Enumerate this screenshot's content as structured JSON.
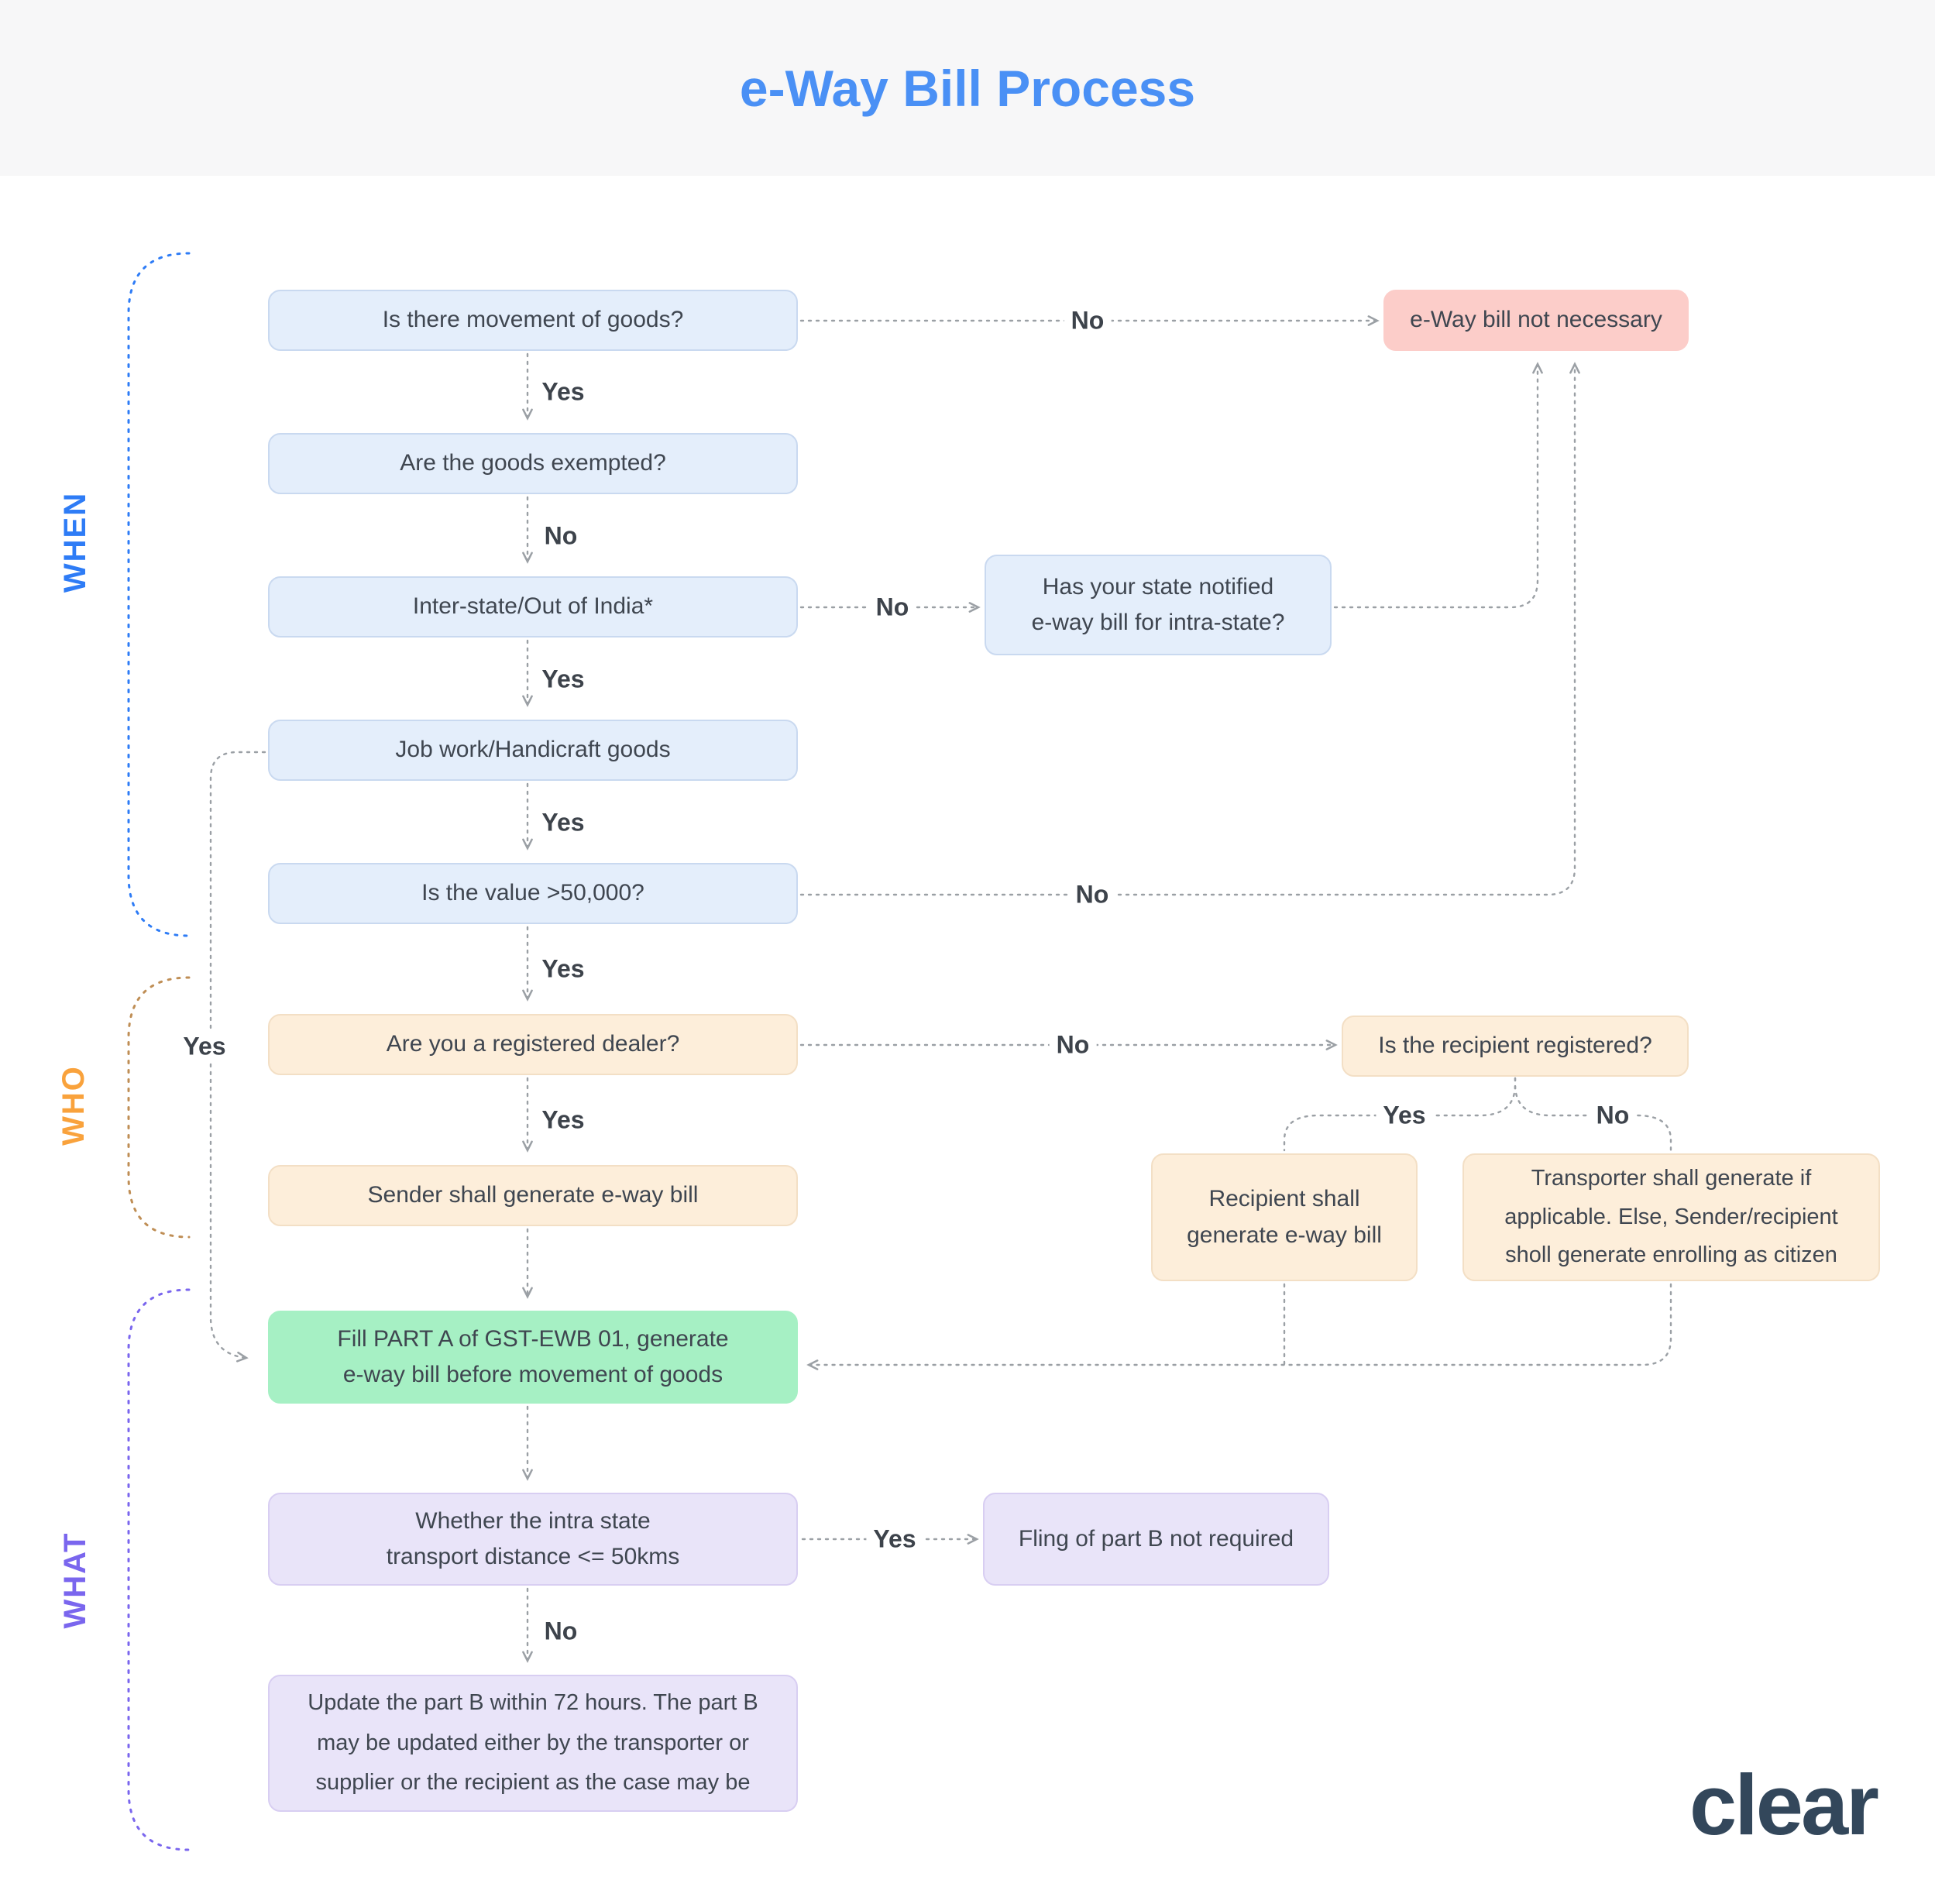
{
  "header": {
    "title": "e-Way Bill Process"
  },
  "sections": {
    "when": "WHEN",
    "who": "WHO",
    "what": "WHAT"
  },
  "nodes": {
    "movement": "Is there movement of goods?",
    "exempted": "Are the goods exempted?",
    "interstate": "Inter-state/Out of India*",
    "jobwork": "Job work/Handicraft goods",
    "value": "Is the value >50,000?",
    "registered_dealer": "Are you a registered dealer?",
    "sender_generate": "Sender shall generate e-way bill",
    "not_necessary": "e-Way bill not necessary",
    "state_notified": {
      "line1": "Has your state notified",
      "line2": "e-way bill for intra-state?"
    },
    "recipient_registered": "Is the recipient registered?",
    "recipient_generate": {
      "line1": "Recipient shall",
      "line2": "generate e-way bill"
    },
    "transporter_generate": {
      "line1": "Transporter shall generate if",
      "line2": "applicable. Else, Sender/recipient",
      "line3": "sholl generate enrolling as citizen"
    },
    "fill_part_a": {
      "line1": "Fill PART A of GST-EWB 01, generate",
      "line2": "e-way bill before movement of goods"
    },
    "distance": {
      "line1": "Whether the intra state",
      "line2": "transport distance <= 50kms"
    },
    "fling": "Fling of part B not required",
    "update_part_b": {
      "line1": "Update the part B within 72 hours. The part B",
      "line2": "may be updated either by the transporter or",
      "line3": "supplier or the recipient as the case may be"
    }
  },
  "edge_labels": {
    "movement_yes": "Yes",
    "movement_no": "No",
    "exempted_no": "No",
    "interstate_yes": "Yes",
    "interstate_no": "No",
    "jobwork_yes": "Yes",
    "jobwork_yes_left": "Yes",
    "value_yes": "Yes",
    "value_no": "No",
    "dealer_yes": "Yes",
    "dealer_no": "No",
    "recipient_yes": "Yes",
    "recipient_no": "No",
    "distance_yes": "Yes",
    "distance_no": "No"
  },
  "logo": {
    "text": "clear"
  },
  "colors": {
    "header_bg": "#f7f7f8",
    "title_blue": "#4a90f5",
    "text_dark": "#3f4650",
    "connector_gray": "#9ba0a5",
    "box_blue_bg": "#e4eefb",
    "box_blue_border": "#c9d9f0",
    "box_orange_bg": "#fdeeda",
    "box_orange_border": "#f3dfc5",
    "box_green_bg": "#a6f0c4",
    "box_purple_bg": "#e9e4f9",
    "box_purple_border": "#d8cef2",
    "box_pink_bg": "#fccdc9",
    "when_blue": "#2e7cf6",
    "who_orange": "#f9a23c",
    "who_bracket": "#bf8e55",
    "what_purple": "#7a66ee",
    "logo_navy": "#33475b"
  }
}
